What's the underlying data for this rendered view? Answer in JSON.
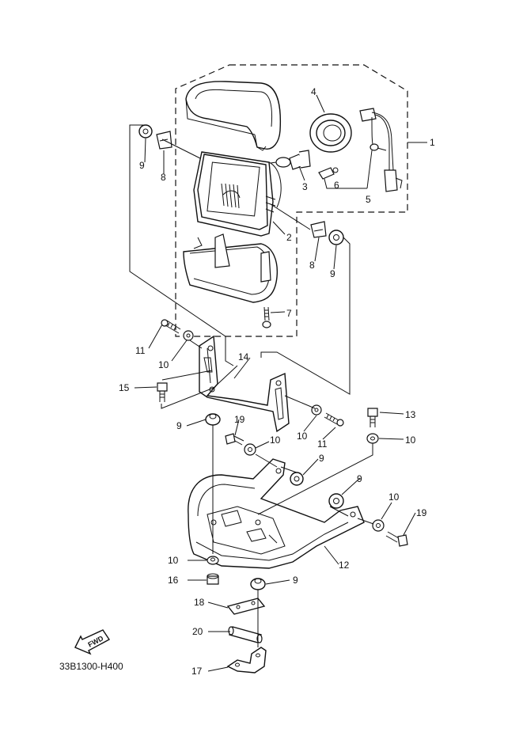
{
  "diagram": {
    "part_code": "33B1300-H400",
    "fwd_label": "FWD",
    "callouts": [
      "1",
      "2",
      "3",
      "4",
      "5",
      "6",
      "7",
      "8",
      "8",
      "9",
      "9",
      "9",
      "9",
      "9",
      "10",
      "10",
      "10",
      "10",
      "10",
      "10",
      "11",
      "11",
      "12",
      "13",
      "14",
      "15",
      "16",
      "17",
      "18",
      "19",
      "19",
      "20"
    ]
  }
}
